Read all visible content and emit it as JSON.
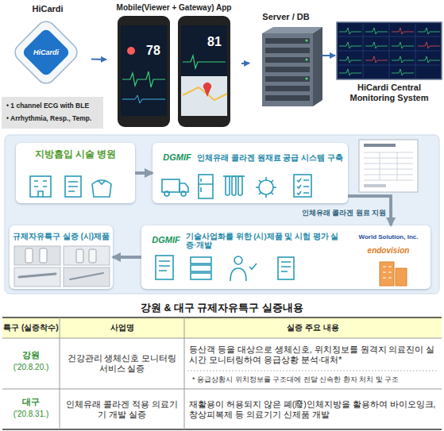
{
  "diagram": {
    "title": "강원 & 대구 규제자유특구 실증내용",
    "nodes": [
      {
        "text": [
          "HiCardi"
        ]
      },
      {
        "text": [
          "• 1 channel ECG with BLE",
          "• Arrhythmia, Resp., Temp."
        ]
      },
      {
        "text": [
          "Mobile(Viewer + Gateway) App"
        ]
      },
      {
        "text": [
          "Server / DB"
        ]
      },
      {
        "text": [
          "HiCardi Central Monitoring System"
        ]
      },
      {
        "text": [
          "지방흡입 시술 병원"
        ]
      },
      {
        "text": [
          "DGMIF",
          "인체유래 콜라겐 원재료 공급 시스템 구축"
        ]
      },
      {
        "text": [
          "규제자유특구 실증 (시)제품"
        ]
      },
      {
        "text": [
          "DGMIF",
          "기술사업화를 위한 (시)제품 및 시험 평가 실증·개발",
          "World Solution, Inc.",
          "endovision"
        ]
      }
    ],
    "edges": [
      {
        "from": 0,
        "to": 2,
        "arrow": "to"
      },
      {
        "from": 2,
        "to": 3,
        "arrow": "to"
      },
      {
        "from": 3,
        "to": 4,
        "arrow": "to"
      },
      {
        "from": 5,
        "to": 6,
        "arrow": "to"
      },
      {
        "from": 6,
        "to": 8,
        "label": "인체유래 콜라겐 원료 지원",
        "arrow": "to"
      },
      {
        "from": 8,
        "to": 7,
        "arrow": "to"
      }
    ],
    "labels": [
      "HiCardi",
      "78",
      "81",
      "특구 (실증착수)",
      "사업명",
      "실증 주요 내용",
      "강원",
      "('20.8.20.)",
      "건강관리 생체신호 모니터링 서비스 실증",
      "등산객 등을 대상으로 생체신호, 위치정보를 원격지 의료진이 실시간 모니터링하여 응급상황 분석·대처*",
      "* 응급상황시 위치정보를 구조대에 전달 신속한 환자 처치 및 구조",
      "대구",
      "('20.8.31.)",
      "인체유래 콜라겐 적용 의료기기 개발 실증",
      "재활용이 허용되지 않은 폐(廢)인체지방을 활용하여 바이오잉크, 창상피복제 등 의료기기 신제품 개발"
    ]
  }
}
